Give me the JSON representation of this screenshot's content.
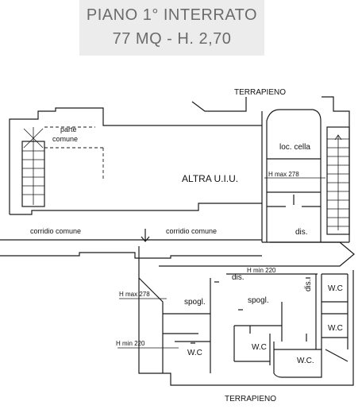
{
  "title": {
    "line1": "PIANO 1° INTERRATO",
    "line2": "77 MQ - H. 2,70"
  },
  "plan_labels": {
    "terrapieno_top": "TERRAPIENO",
    "terrapieno_bottom": "TERRAPIENO",
    "parte_comune_1": "parte",
    "parte_comune_2": "comune",
    "loc_cella": "loc. cella",
    "altra_uiu": "ALTRA U.I.U.",
    "h_max_278_right": "H max 278",
    "corridio_comune_left": "corridio comune",
    "corridio_comune_right": "corridio comune",
    "dis_upper": "dis.",
    "h_min_220_center": "H min 220",
    "dis_center": "dis.",
    "dis_right": "dis.",
    "wc_right_top": "W.C",
    "h_max_278_left": "H max 278",
    "spogl_left": "spogl.",
    "spogl_center": "spogl.",
    "wc_right_mid": "W.C",
    "h_min_220_left": "H min 220",
    "wc_left": "W.C",
    "wc_center": "W.C",
    "wc_bottom": "W.C."
  },
  "colors": {
    "line": "#1a1a1a",
    "title_bg": "#ececec",
    "title_text": "#6b6b6b"
  }
}
